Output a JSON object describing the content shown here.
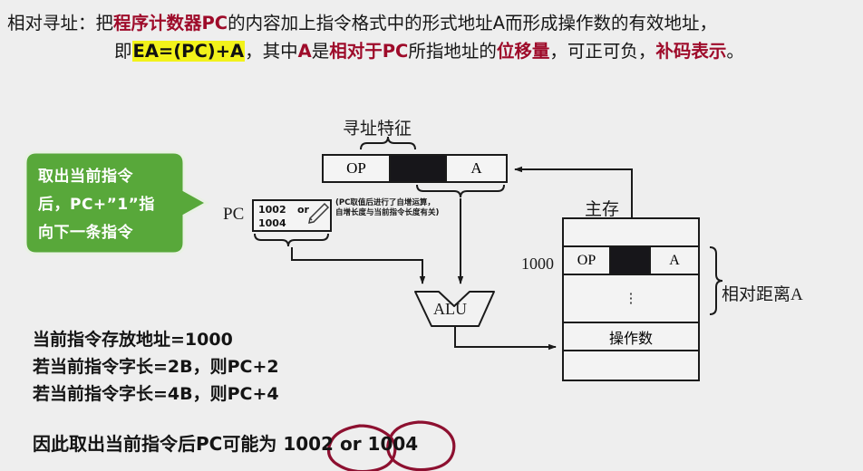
{
  "header": {
    "line1": {
      "seg1": "相对寻址：把",
      "seg2_red": "程序计数器PC",
      "seg3": "的内容加上指令格式中的形式地址A而形成操作数的有效地址，"
    },
    "line2": {
      "seg1": "即",
      "seg2_highlight": "EA=(PC)+A",
      "seg3": "，其中",
      "seg4_red": "A",
      "seg5": "是",
      "seg6_red": "相对于PC",
      "seg7": "所指地址的",
      "seg8_red": "位移量",
      "seg9": "，可正可负，",
      "seg10_red": "补码表示",
      "seg11": "。"
    }
  },
  "colors": {
    "accent_red": "#9e0b2a",
    "highlight_yellow": "#f2f21a",
    "callout_green": "#58a83a",
    "circle_red": "#8d1030",
    "page_bg": "#eeeeee",
    "ink": "#1a1a1a"
  },
  "diagram": {
    "addressing_feature_label": "寻址特征",
    "instruction_word": {
      "op": "OP",
      "mode_field": "",
      "address": "A"
    },
    "callout": {
      "line1": "取出当前指令",
      "line2": "后，PC+”1”指",
      "line3": "向下一条指令"
    },
    "pc": {
      "label": "PC",
      "value_top": "1002",
      "value_or": "or",
      "value_bottom": "1004",
      "note_line1": "(PC取值后进行了自增运算，",
      "note_line2": "自增长度与当前指令长度有关)"
    },
    "alu": {
      "label": "ALU"
    },
    "memory": {
      "title": "主存",
      "address_label": "1000",
      "row_instr_op": "OP",
      "row_instr_a": "A",
      "row_dots": "⋮",
      "row_operand": "操作数",
      "relative_distance_label": "相对距离A"
    }
  },
  "notes": {
    "line1": "当前指令存放地址=1000",
    "line2": "若当前指令字长=2B，则PC+2",
    "line3": "若当前指令字长=4B，则PC+4",
    "final_prefix": "因此取出当前指令后PC可能为",
    "final_value1": "1002",
    "final_or": "or",
    "final_value2": "1004"
  }
}
